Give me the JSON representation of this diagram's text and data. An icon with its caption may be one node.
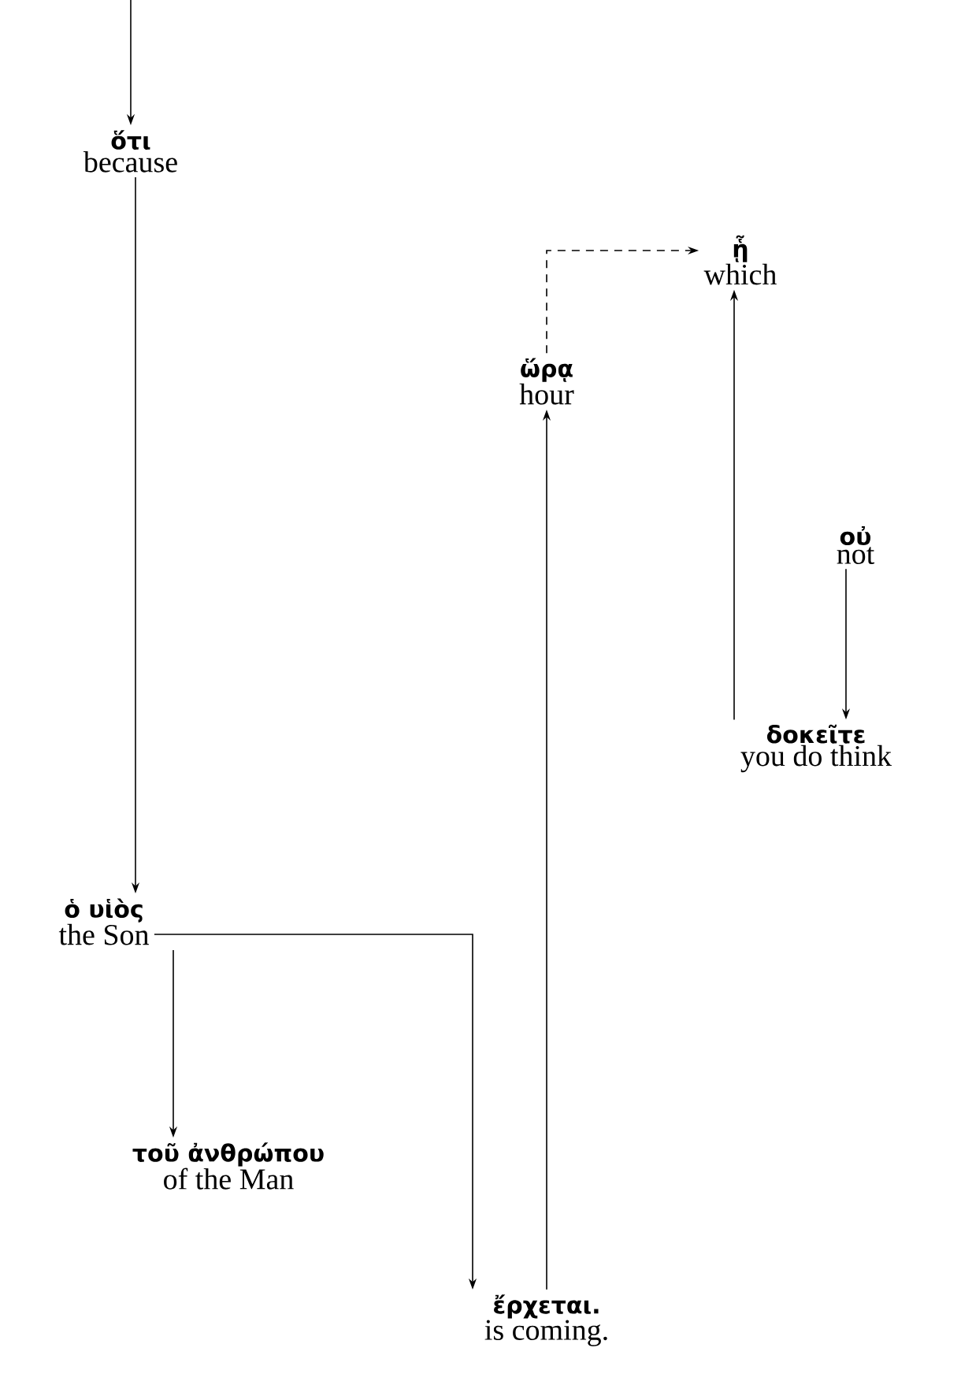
{
  "diagram": {
    "nodes": [
      {
        "text": [
          "ὅτι",
          "because"
        ]
      },
      {
        "text": [
          "ᾗ",
          "which"
        ]
      },
      {
        "text": [
          "ὥρᾳ",
          "hour"
        ]
      },
      {
        "text": [
          "οὐ",
          "not"
        ]
      },
      {
        "text": [
          "δοκεῖτε",
          "you do think"
        ]
      },
      {
        "text": [
          "ὁ υἱὸς",
          "the Son"
        ]
      },
      {
        "text": [
          "τοῦ ἀνθρώπου",
          "of the Man"
        ]
      },
      {
        "text": [
          "ἔρχεται.",
          "is coming."
        ]
      }
    ],
    "edges": [
      {
        "from": null,
        "to": 0,
        "arrow": "to"
      },
      {
        "from": 0,
        "to": 5,
        "arrow": "to"
      },
      {
        "from": 5,
        "to": 6,
        "arrow": "to"
      },
      {
        "from": 5,
        "to": 7,
        "arrow": "to"
      },
      {
        "from": 7,
        "to": 2,
        "arrow": "to"
      },
      {
        "from": 2,
        "to": 1,
        "arrow": "to",
        "style": "dashed"
      },
      {
        "from": 4,
        "to": 1,
        "arrow": "to"
      },
      {
        "from": 3,
        "to": 4,
        "arrow": "to"
      }
    ]
  }
}
